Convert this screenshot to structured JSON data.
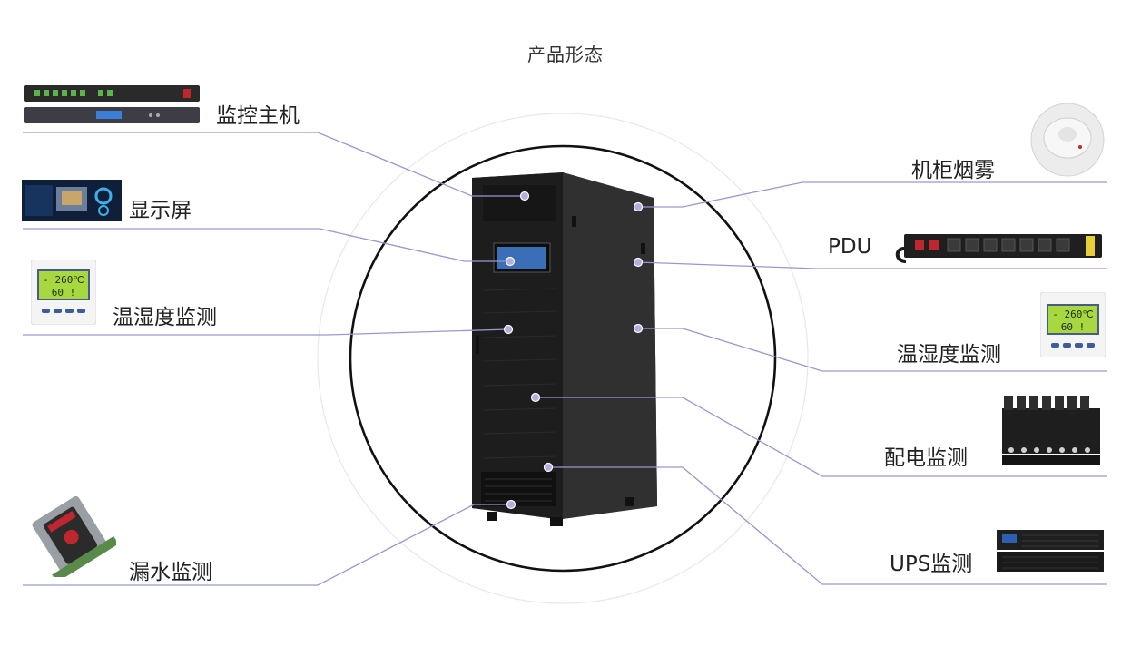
{
  "title": "产品形态",
  "left_items": [
    {
      "label": "监控主机",
      "icon": "monitoring-host-icon"
    },
    {
      "label": "显示屏",
      "icon": "display-screen-icon"
    },
    {
      "label": "温湿度监测",
      "icon": "temp-humidity-sensor-icon"
    },
    {
      "label": "漏水监测",
      "icon": "water-leak-sensor-icon"
    }
  ],
  "right_items": [
    {
      "label": "机柜烟雾",
      "icon": "smoke-detector-icon"
    },
    {
      "label": "PDU",
      "icon": "pdu-strip-icon"
    },
    {
      "label": "温湿度监测",
      "icon": "temp-humidity-sensor-icon"
    },
    {
      "label": "配电监测",
      "icon": "power-distribution-meter-icon"
    },
    {
      "label": "UPS监测",
      "icon": "ups-unit-icon"
    }
  ],
  "sensor_display": {
    "line1": "- 260℃",
    "line2": "60 !"
  },
  "colors": {
    "connector": "#9a97cf",
    "dot": "#b3aee0",
    "cabinet": "#2b2b2b",
    "circle": "#111111",
    "lcd": "#9fd63a",
    "pdu_accent": "#e8cf3a"
  }
}
